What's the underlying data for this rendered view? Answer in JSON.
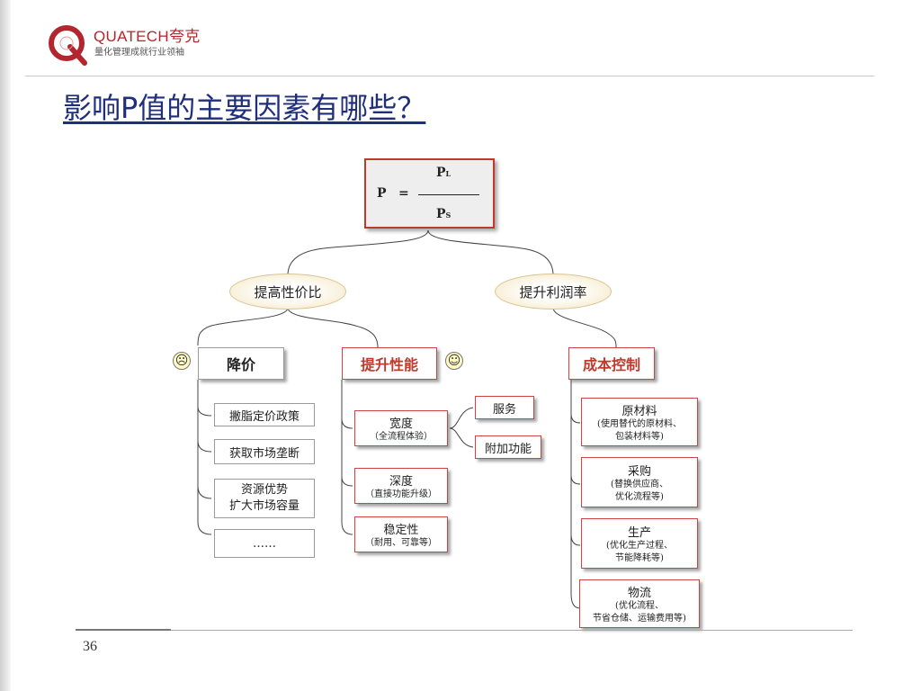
{
  "brand": {
    "name": "QUATECH夸克",
    "slogan": "量化管理成就行业领袖",
    "accent_color": "#b3262d"
  },
  "slide": {
    "title": "影响P值的主要因素有哪些？",
    "title_color": "#1f2f7c",
    "page_number": "36"
  },
  "diagram": {
    "formula": {
      "lhs": "P",
      "eq": "=",
      "num": "P",
      "num_sub": "L",
      "den": "P",
      "den_sub": "S"
    },
    "branch_left": "提高性价比",
    "branch_right": "提升利润率",
    "price_cut": {
      "label": "降价",
      "face": "sad-face-icon",
      "items": [
        "撇脂定价政策",
        "获取市场垄断",
        "资源优势",
        "扩大市场容量",
        "……"
      ]
    },
    "performance": {
      "label": "提升性能",
      "face": "smile-face-icon",
      "breadth": {
        "title": "宽度",
        "note": "（全流程体验）"
      },
      "breadth_sub": [
        "服务",
        "附加功能"
      ],
      "depth": {
        "title": "深度",
        "note": "（直接功能升级）"
      },
      "stability": {
        "title": "稳定性",
        "note": "（耐用、可靠等）"
      }
    },
    "cost": {
      "label": "成本控制",
      "items": [
        {
          "title": "原材料",
          "lines": [
            "(使用替代的原材料、",
            "包装材料等)"
          ]
        },
        {
          "title": "采购",
          "lines": [
            "(替换供应商、",
            "优化流程等)"
          ]
        },
        {
          "title": "生产",
          "lines": [
            "(优化生产过程、",
            "节能降耗等)"
          ]
        },
        {
          "title": "物流",
          "lines": [
            "(优化流程、",
            "节省仓储、运输费用等)"
          ]
        }
      ]
    }
  }
}
